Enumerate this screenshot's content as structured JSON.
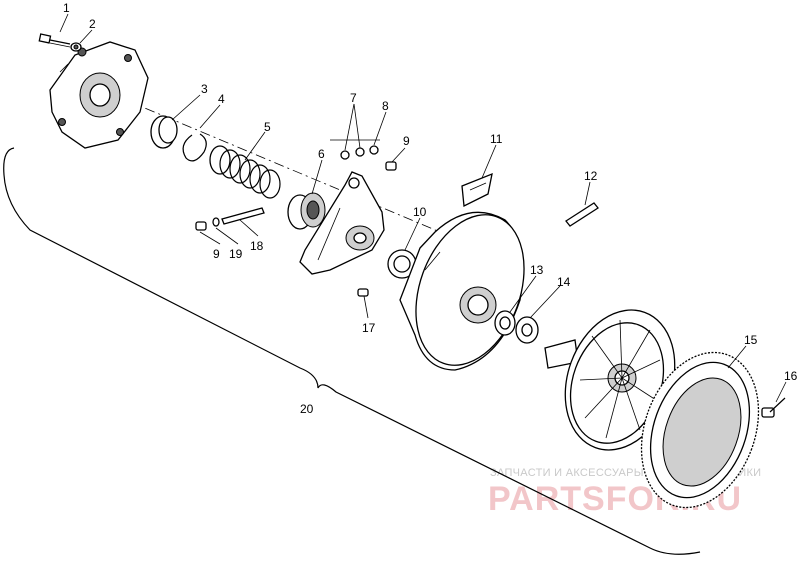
{
  "diagram": {
    "callouts": [
      "1",
      "2",
      "3",
      "4",
      "5",
      "6",
      "7",
      "8",
      "9",
      "10",
      "11",
      "12",
      "13",
      "14",
      "15",
      "16",
      "17",
      "9",
      "19",
      "18",
      "20"
    ]
  },
  "watermark": {
    "subtitle": "ЗАПЧАСТИ И АКСЕССУАРЫ ДЛЯ МОТОТЕХНИКИ",
    "brand": "PARTSFOR.RU"
  }
}
